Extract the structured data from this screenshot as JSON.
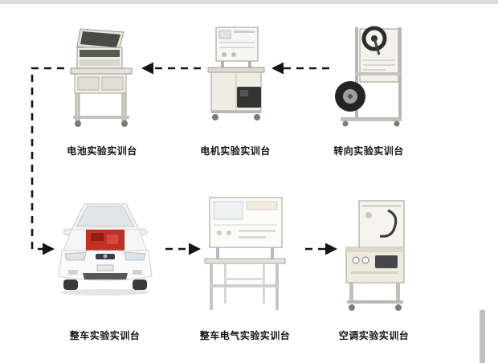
{
  "page": {
    "background": "#ffffff",
    "arrow_color": "#141414"
  },
  "diagram": {
    "stations": [
      {
        "id": "battery-bench",
        "label": "电池实验实训台"
      },
      {
        "id": "motor-bench",
        "label": "电机实验实训台"
      },
      {
        "id": "steering-bench",
        "label": "转向实验实训台"
      },
      {
        "id": "vehicle-bench",
        "label": "整车实验实训台"
      },
      {
        "id": "vehicle-electrical-bench",
        "label": "整车电气实验实训台"
      },
      {
        "id": "ac-bench",
        "label": "空调实验实训台"
      }
    ],
    "flow_order": [
      "转向实验实训台",
      "电机实验实训台",
      "电池实验实训台",
      "整车实验实训台",
      "整车电气实验实训台",
      "空调实验实训台"
    ],
    "icons": {
      "battery": "battery-test-bench-photo",
      "motor": "motor-test-bench-photo",
      "steering": "steering-test-bench-photo",
      "vehicle": "white-car-front-photo",
      "electrical": "electrical-panel-bench-photo",
      "ac": "air-conditioning-bench-photo"
    }
  }
}
